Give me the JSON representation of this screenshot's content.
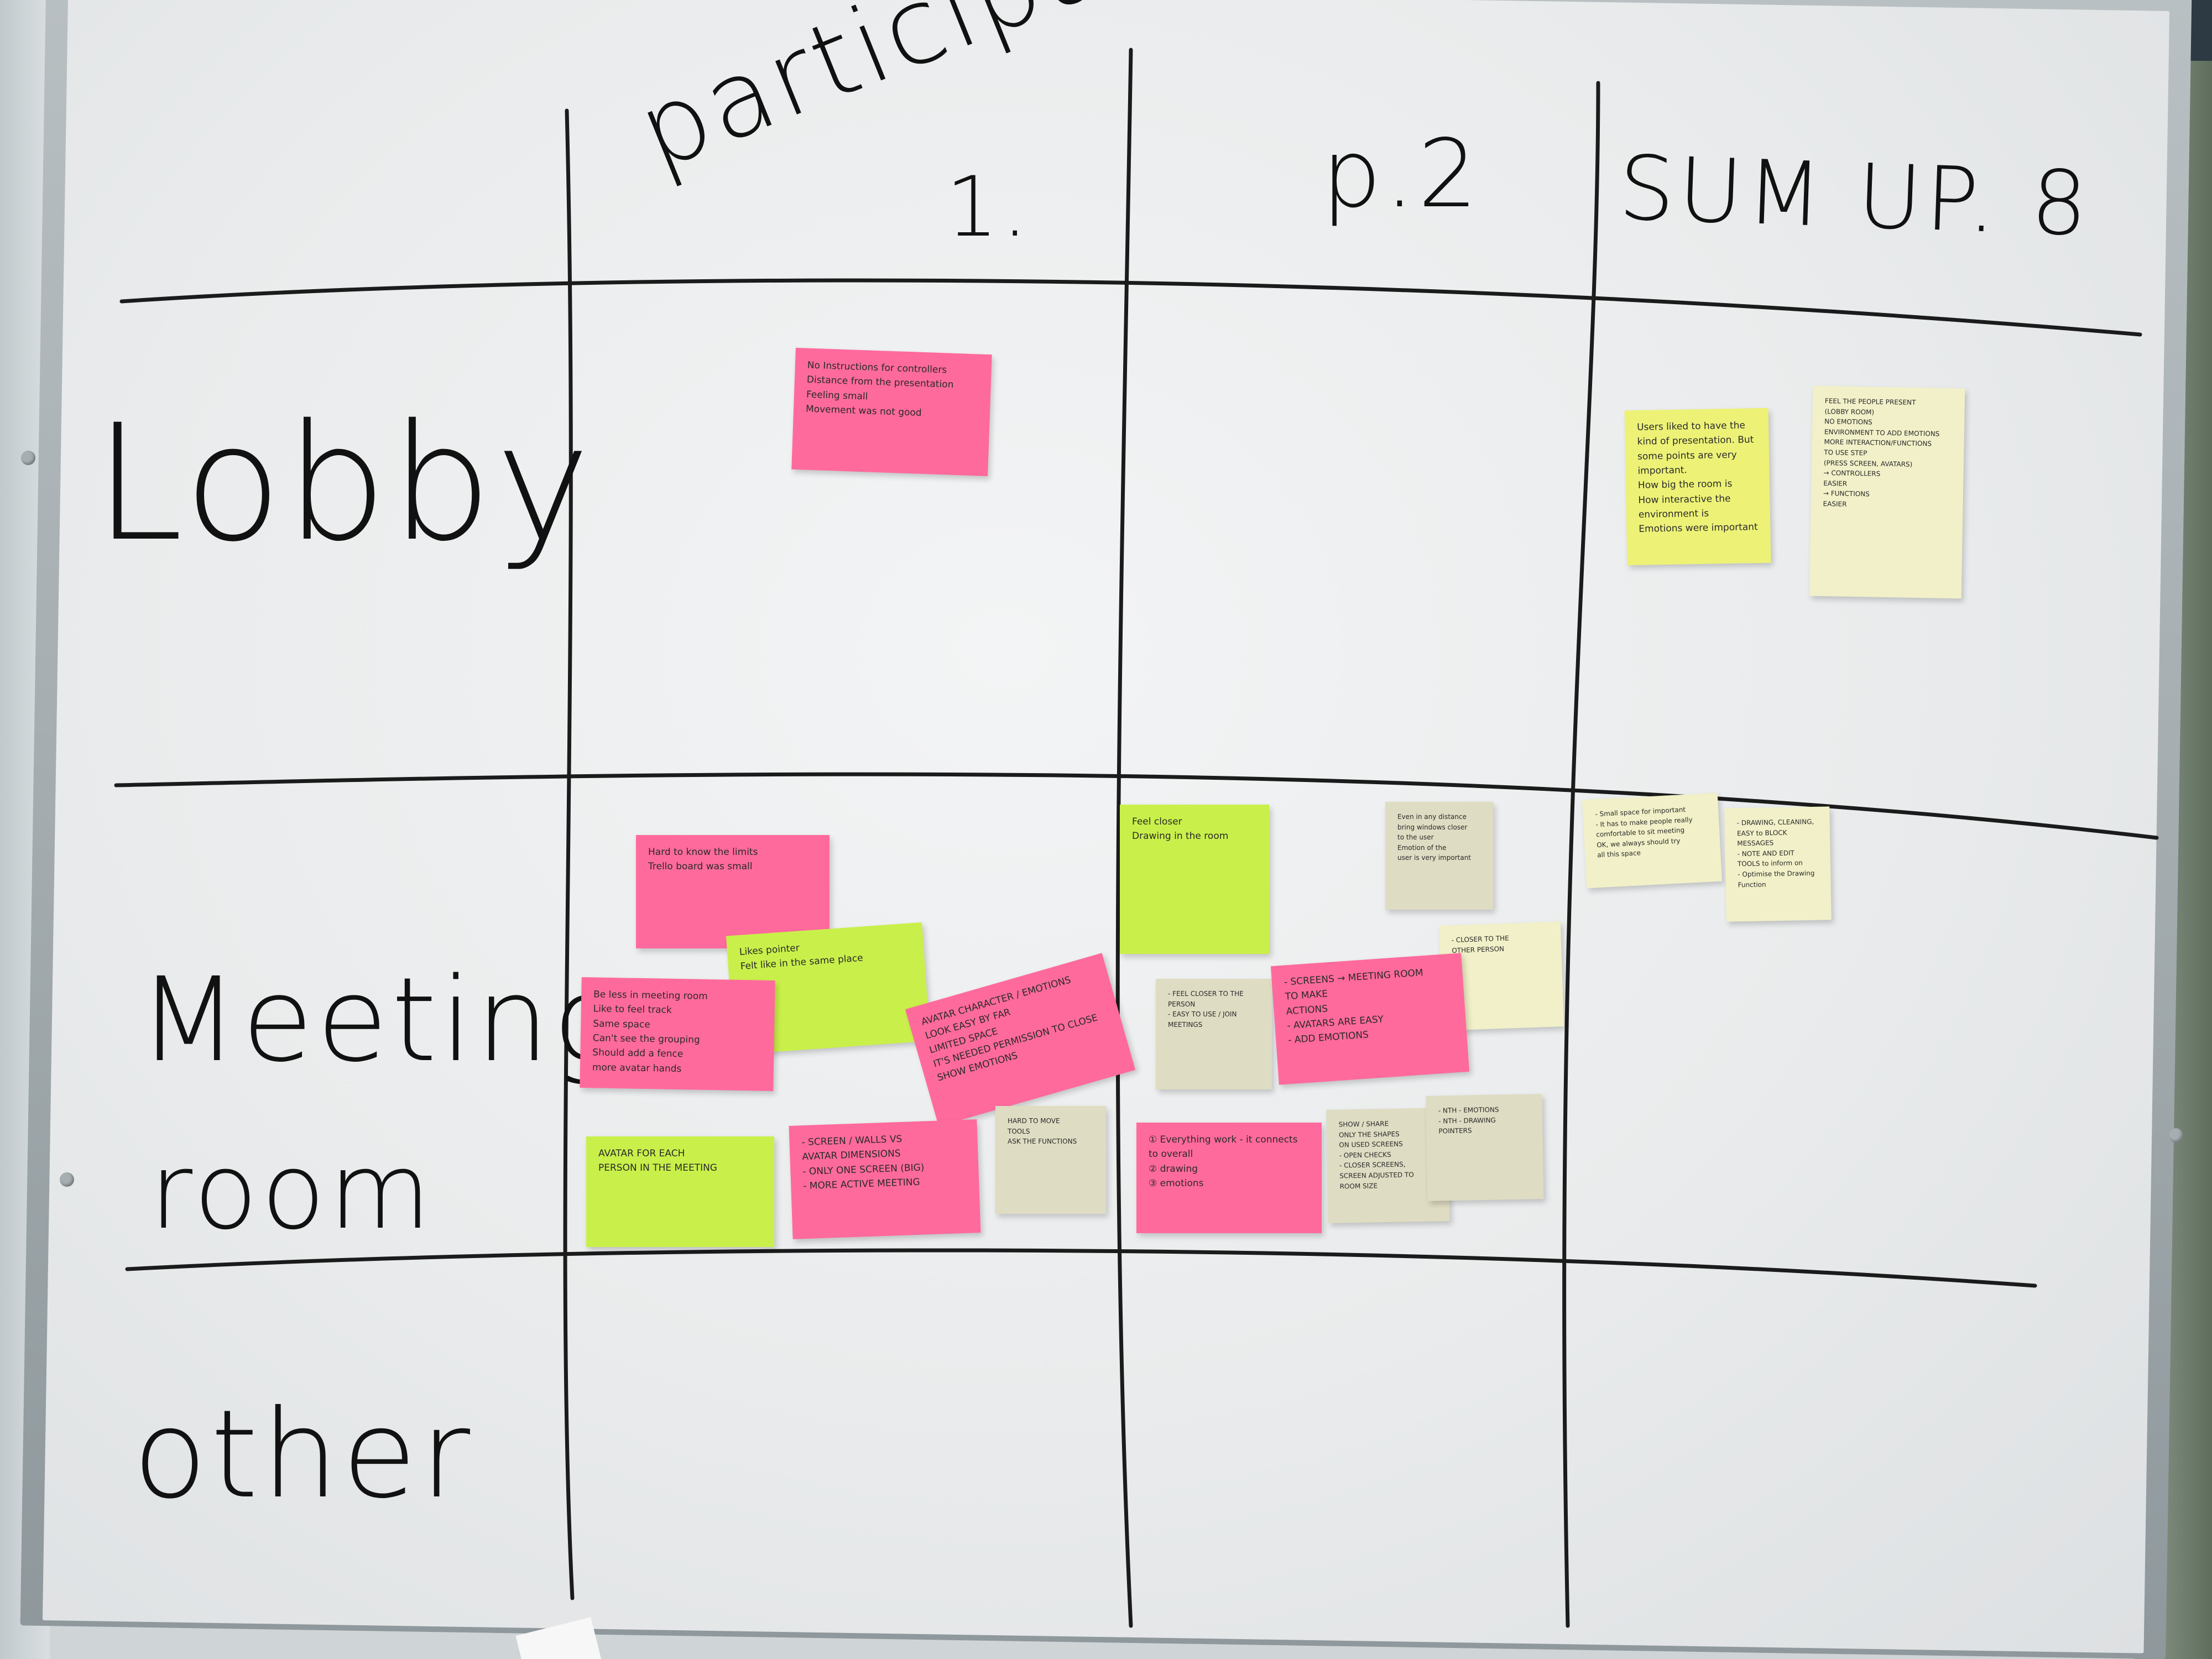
{
  "board": {
    "columns": [
      "participant",
      "1.",
      "p.2",
      "SUM UP. 8"
    ],
    "rows": [
      "Lobby",
      "Meeting",
      "room",
      "other"
    ]
  },
  "notes": [
    {
      "color": "pink",
      "lines": [
        "No Instructions for controllers",
        "Distance from the presentation",
        "Feeling small",
        "Movement was not good"
      ]
    },
    {
      "color": "yellow",
      "lines": [
        "Users liked to have the",
        "kind of presentation. But",
        "some points are very important.",
        "How big the room is",
        "How interactive the environment is",
        "Emotions were important"
      ]
    },
    {
      "color": "cream",
      "lines": [
        "FEEL THE PEOPLE PRESENT",
        "(LOBBY ROOM)",
        "NO EMOTIONS",
        "ENVIRONMENT TO ADD EMOTIONS",
        "MORE INTERACTION/FUNCTIONS",
        "TO USE STEP",
        "(PRESS SCREEN, AVATARS)",
        "→ CONTROLLERS",
        "EASIER",
        "→ FUNCTIONS",
        "EASIER"
      ]
    },
    {
      "color": "pink",
      "lines": [
        "Hard to know the limits",
        "Trello board was small"
      ]
    },
    {
      "color": "lime",
      "lines": [
        "Likes pointer",
        "Felt like in the same place"
      ]
    },
    {
      "color": "pink",
      "lines": [
        "Be less in meeting room",
        "Like to feel track",
        "Same space",
        "Can't see the grouping",
        "Should add a fence",
        "more avatar hands"
      ]
    },
    {
      "color": "pink",
      "lines": [
        "AVATAR CHARACTER / EMOTIONS",
        "LOOK EASY BY FAR",
        "LIMITED SPACE",
        "IT'S NEEDED PERMISSION TO CLOSE",
        "SHOW EMOTIONS"
      ]
    },
    {
      "color": "lime",
      "lines": [
        "AVATAR FOR EACH",
        "PERSON IN THE MEETING"
      ]
    },
    {
      "color": "pink",
      "lines": [
        "- SCREEN / WALLS VS",
        "AVATAR DIMENSIONS",
        "- ONLY ONE SCREEN (BIG)",
        "- MORE ACTIVE MEETING"
      ]
    },
    {
      "color": "grey",
      "lines": [
        "HARD TO MOVE",
        "TOOLS",
        "ASK THE FUNCTIONS"
      ]
    },
    {
      "color": "lime",
      "lines": [
        "Feel closer",
        "Drawing in the room"
      ]
    },
    {
      "color": "grey",
      "lines": [
        "Even in any distance",
        "bring windows closer",
        "to the user",
        "Emotion of the",
        "user is very important"
      ]
    },
    {
      "color": "cream",
      "lines": [
        "- CLOSER TO THE",
        "OTHER PERSON"
      ]
    },
    {
      "color": "grey",
      "lines": [
        "- FEEL CLOSER TO THE",
        "PERSON",
        "- EASY TO USE / JOIN",
        "MEETINGS"
      ]
    },
    {
      "color": "pink",
      "lines": [
        "- SCREENS → MEETING ROOM",
        "TO MAKE",
        "ACTIONS",
        "- AVATARS ARE EASY",
        "- ADD EMOTIONS"
      ]
    },
    {
      "color": "pink",
      "lines": [
        "① Everything work - it connects to overall",
        "② drawing",
        "③ emotions"
      ]
    },
    {
      "color": "grey",
      "lines": [
        "SHOW / SHARE",
        "ONLY THE SHAPES",
        "ON USED SCREENS",
        "- OPEN CHECKS",
        "- CLOSER SCREENS,",
        "SCREEN ADJUSTED TO",
        "ROOM SIZE"
      ]
    },
    {
      "color": "grey",
      "lines": [
        "- NTH - EMOTIONS",
        "- NTH - DRAWING",
        "POINTERS"
      ]
    },
    {
      "color": "cream",
      "lines": [
        "- Small space for important",
        "- It has to make people really",
        "comfortable to sit meeting",
        "OK, we always should try",
        "all this space"
      ]
    },
    {
      "color": "cream",
      "lines": [
        "- DRAWING, CLEANING,",
        "EASY to BLOCK MESSAGES",
        "- NOTE AND EDIT",
        "TOOLS to inform on",
        "- Optimise the Drawing",
        "Function"
      ]
    }
  ]
}
